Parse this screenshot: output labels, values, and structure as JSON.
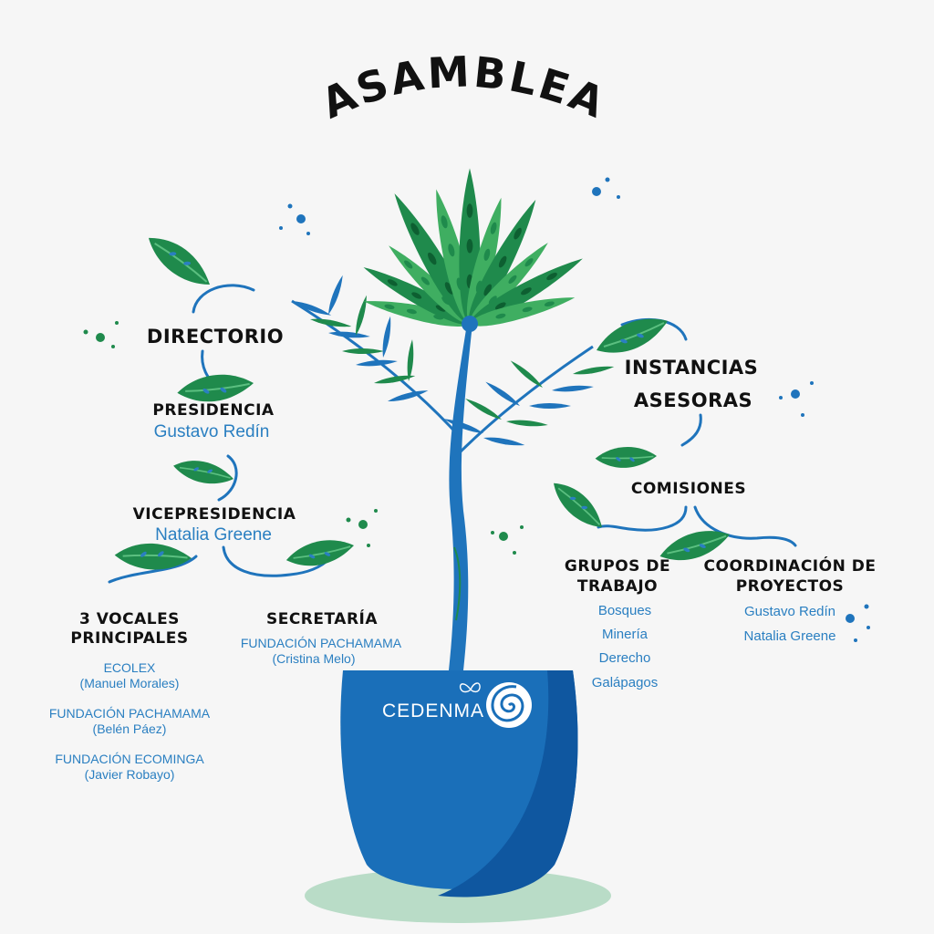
{
  "title": "ASAMBLEA",
  "brand": "CEDENMA",
  "colors": {
    "leaf": "#1f8a4c",
    "leaf_light": "#3fae61",
    "blue": "#1f74bc",
    "pot": "#1a6fb9",
    "pot_dark": "#0f57a0",
    "shadow": "#b9dcc7",
    "text": "#111111",
    "accent_text": "#2a7fc1"
  },
  "icons": [
    "leaf-icon",
    "spiral-logo-icon",
    "butterfly-icon",
    "paint-dots-icon"
  ],
  "directorio": {
    "heading": "DIRECTORIO",
    "presidencia": {
      "label": "PRESIDENCIA",
      "name": "Gustavo Redín"
    },
    "vicepresidencia": {
      "label": "VICEPRESIDENCIA",
      "name": "Natalia Greene"
    },
    "vocales": {
      "label_line1": "3 VOCALES",
      "label_line2": "PRINCIPALES",
      "members": [
        {
          "org": "ECOLEX",
          "person": "(Manuel Morales)"
        },
        {
          "org": "FUNDACIÓN PACHAMAMA",
          "person": "(Belén Páez)"
        },
        {
          "org": "FUNDACIÓN ECOMINGA",
          "person": "(Javier Robayo)"
        }
      ]
    },
    "secretaria": {
      "label": "SECRETARÍA",
      "org": "FUNDACIÓN PACHAMAMA",
      "person": "(Cristina Melo)"
    }
  },
  "instancias": {
    "heading_line1": "INSTANCIAS",
    "heading_line2": "ASESORAS",
    "comisiones": "COMISIONES",
    "grupos": {
      "label_line1": "GRUPOS DE",
      "label_line2": "TRABAJO",
      "items": [
        "Bosques",
        "Minería",
        "Derecho",
        "Galápagos"
      ]
    },
    "coordinacion": {
      "label_line1": "COORDINACIÓN DE",
      "label_line2": "PROYECTOS",
      "items": [
        "Gustavo Redín",
        "Natalia Greene"
      ]
    }
  }
}
